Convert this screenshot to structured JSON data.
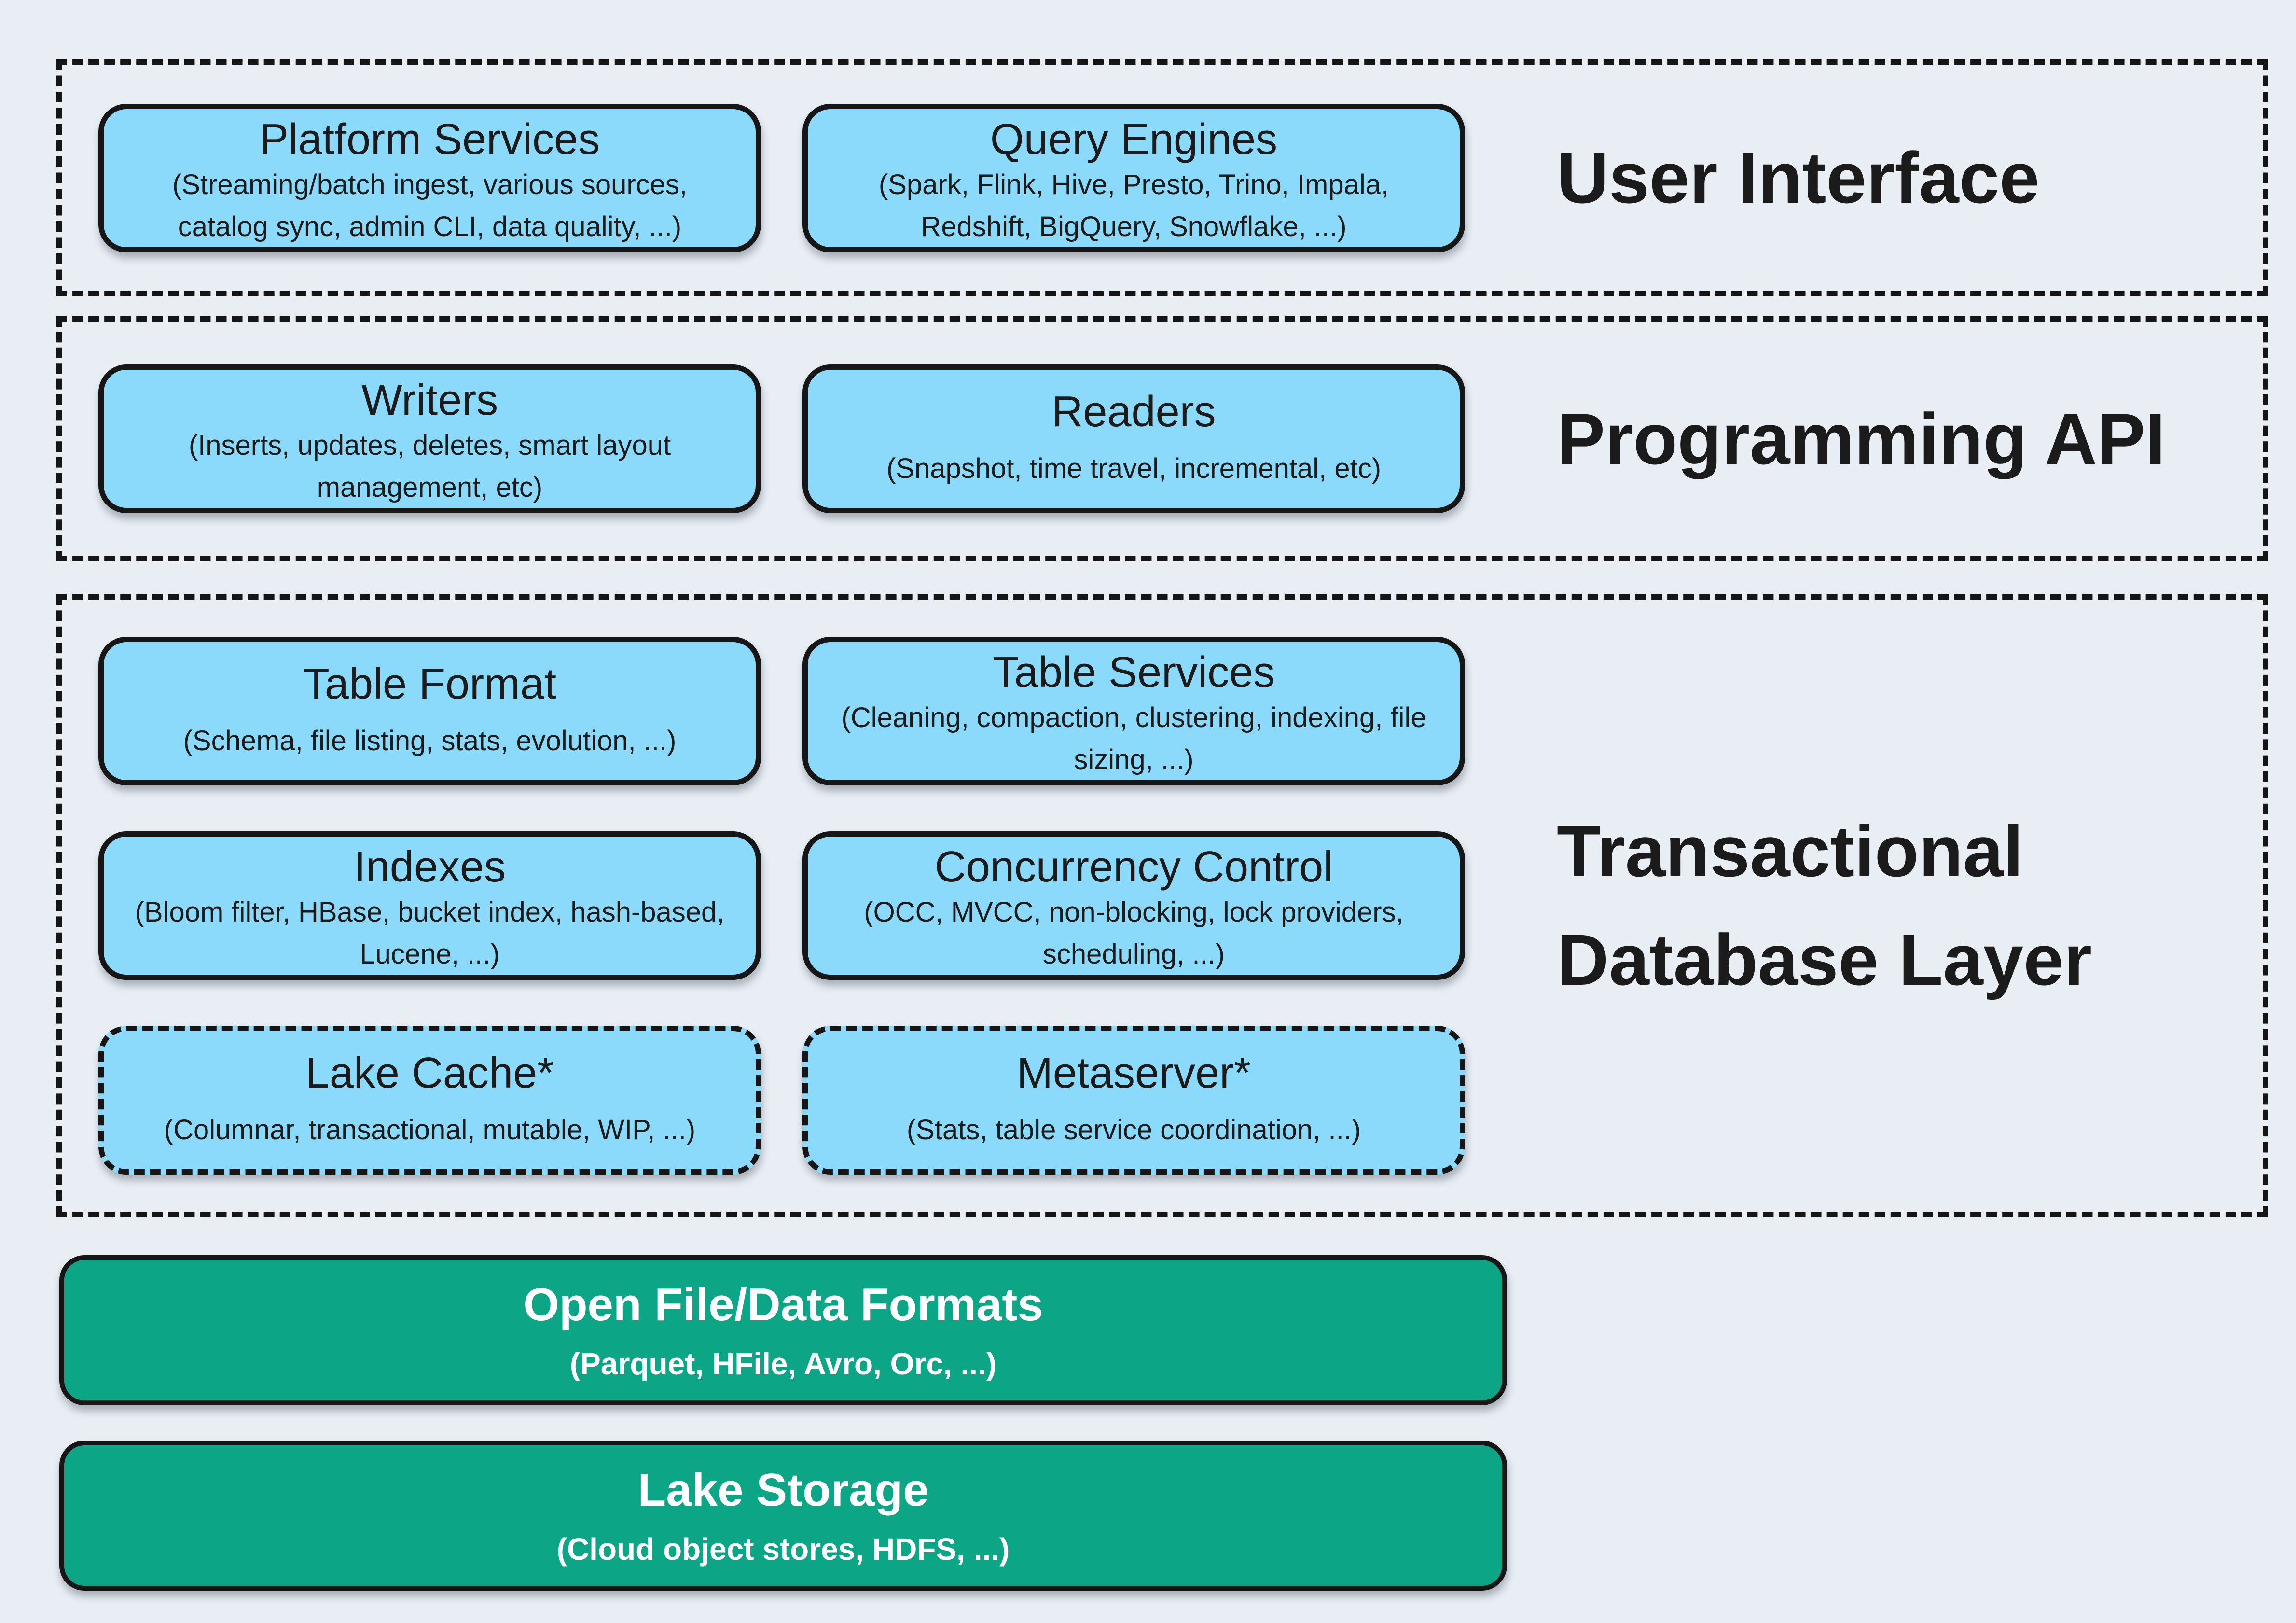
{
  "colors": {
    "background": "#e9eef5",
    "box_blue": "#8bd9fb",
    "box_green": "#0ca687",
    "border_dark": "#161616",
    "text_dark": "#1b1b1b",
    "text_light": "#ffffff"
  },
  "sections": [
    {
      "label": "User Interface",
      "boxes": [
        {
          "title": "Platform Services",
          "subtitle": "(Streaming/batch ingest, various sources, catalog sync, admin CLI, data quality, ...)"
        },
        {
          "title": "Query Engines",
          "subtitle": "(Spark, Flink, Hive, Presto, Trino, Impala, Redshift, BigQuery, Snowflake, ...)"
        }
      ]
    },
    {
      "label": "Programming API",
      "boxes": [
        {
          "title": "Writers",
          "subtitle": "(Inserts, updates, deletes, smart layout management, etc)"
        },
        {
          "title": "Readers",
          "subtitle": "(Snapshot, time travel, incremental, etc)"
        }
      ]
    },
    {
      "label": "Transactional Database Layer",
      "boxes": [
        {
          "title": "Table Format",
          "subtitle": "(Schema, file listing, stats, evolution, ...)"
        },
        {
          "title": "Table Services",
          "subtitle": "(Cleaning, compaction, clustering, indexing, file sizing, ...)"
        },
        {
          "title": "Indexes",
          "subtitle": "(Bloom filter, HBase, bucket index, hash-based, Lucene, ...)"
        },
        {
          "title": "Concurrency Control",
          "subtitle": "(OCC, MVCC, non-blocking, lock providers, scheduling, ...)"
        },
        {
          "title": "Lake Cache*",
          "subtitle": "(Columnar, transactional, mutable, WIP, ...)"
        },
        {
          "title": "Metaserver*",
          "subtitle": "(Stats, table service coordination, ...)"
        }
      ]
    }
  ],
  "footer_boxes": [
    {
      "title": "Open File/Data Formats",
      "subtitle": "(Parquet, HFile, Avro, Orc, ...)"
    },
    {
      "title": "Lake Storage",
      "subtitle": "(Cloud object stores, HDFS, ...)"
    }
  ]
}
